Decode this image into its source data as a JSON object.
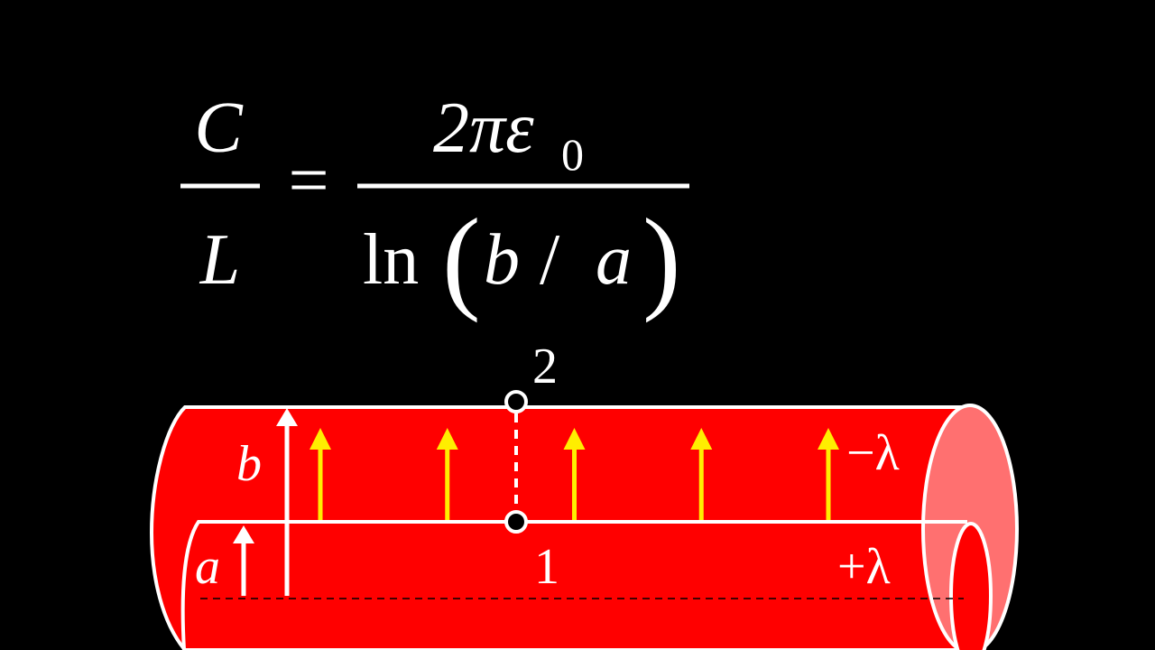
{
  "formula": {
    "lhs_numerator": "C",
    "lhs_denominator": "L",
    "equals": "=",
    "rhs_numerator": "2πε",
    "rhs_numerator_subscript": "0",
    "rhs_denominator_fn": "ln",
    "rhs_denominator_open_paren": "(",
    "rhs_denominator_b": "b",
    "rhs_denominator_slash": "/",
    "rhs_denominator_a": "a",
    "rhs_denominator_close_paren": ")"
  },
  "diagram": {
    "point_top_label": "2",
    "point_inner_label": "1",
    "outer_radius_label": "b",
    "inner_radius_label": "a",
    "outer_charge_label": "−λ",
    "inner_charge_label": "+λ",
    "field_arrow_count": 5,
    "colors": {
      "cylinder": "#ff0000",
      "cylinder_end_face": "#ff7070",
      "field_arrows": "#ffee00",
      "outline": "#ffffff",
      "background": "#000000"
    }
  }
}
